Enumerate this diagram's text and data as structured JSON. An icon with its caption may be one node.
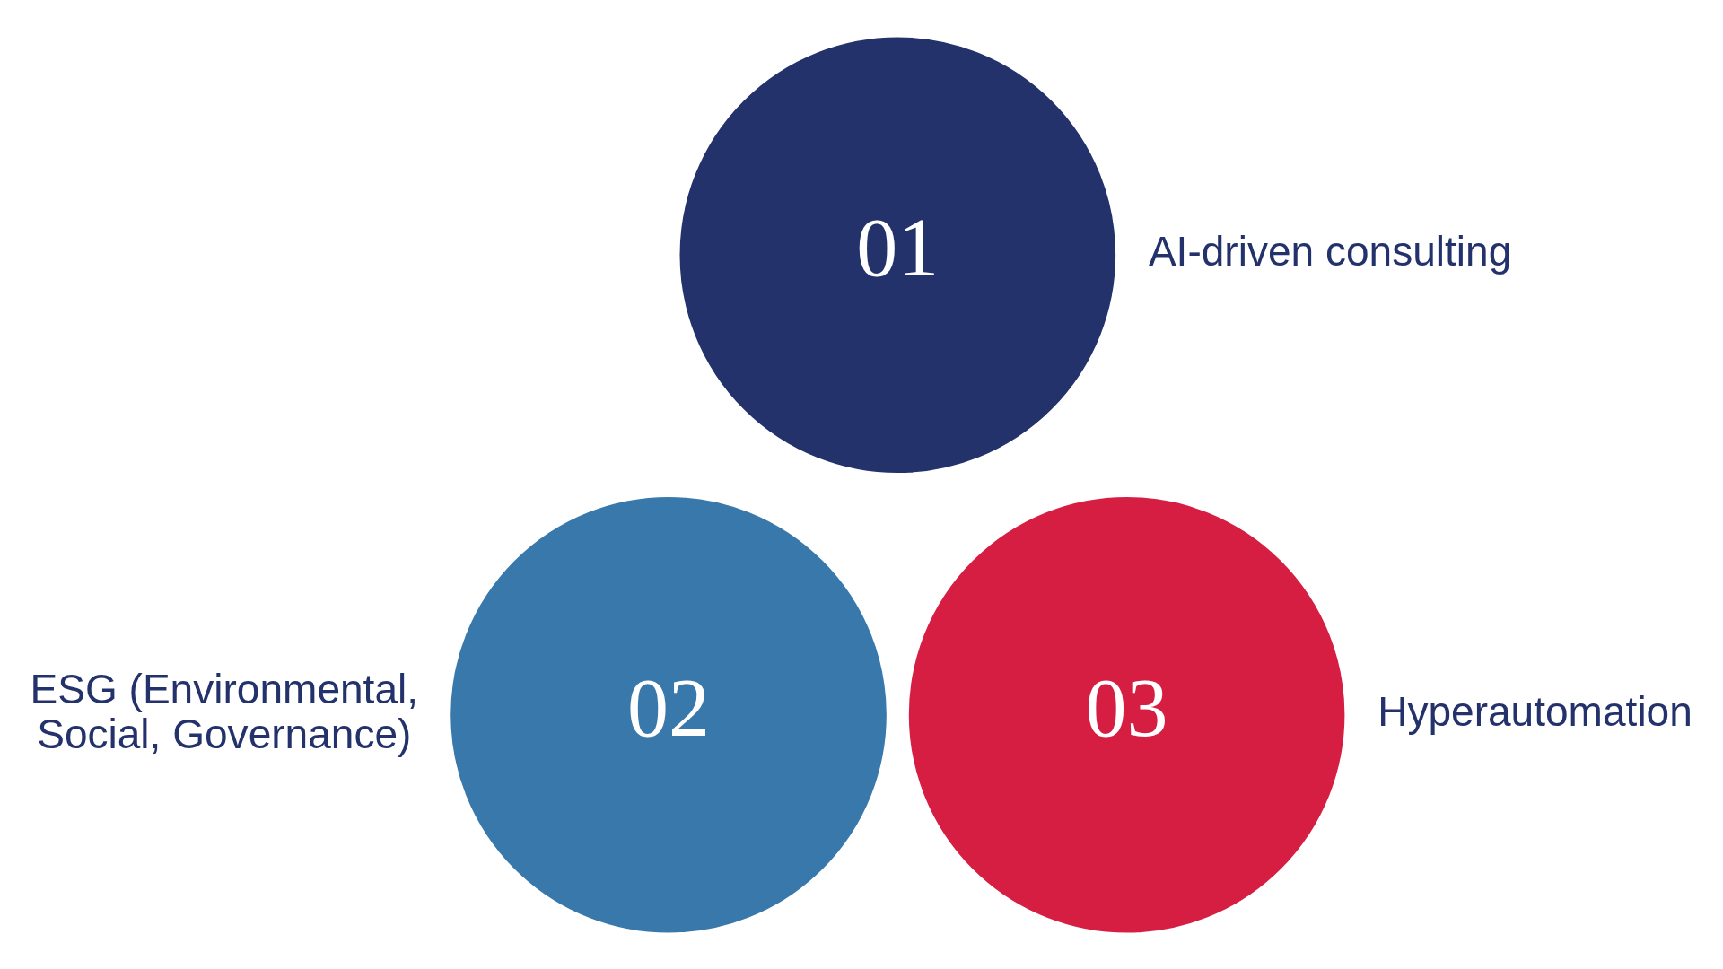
{
  "diagram": {
    "nodes": [
      {
        "text": [
          "01"
        ],
        "beside": [
          "AI-driven consulting"
        ]
      },
      {
        "text": [
          "02"
        ],
        "beside": [
          "ESG (Environmental, Social, Governance)"
        ]
      },
      {
        "text": [
          "03"
        ],
        "beside": [
          "Hyperautomation"
        ]
      }
    ],
    "edges": []
  }
}
